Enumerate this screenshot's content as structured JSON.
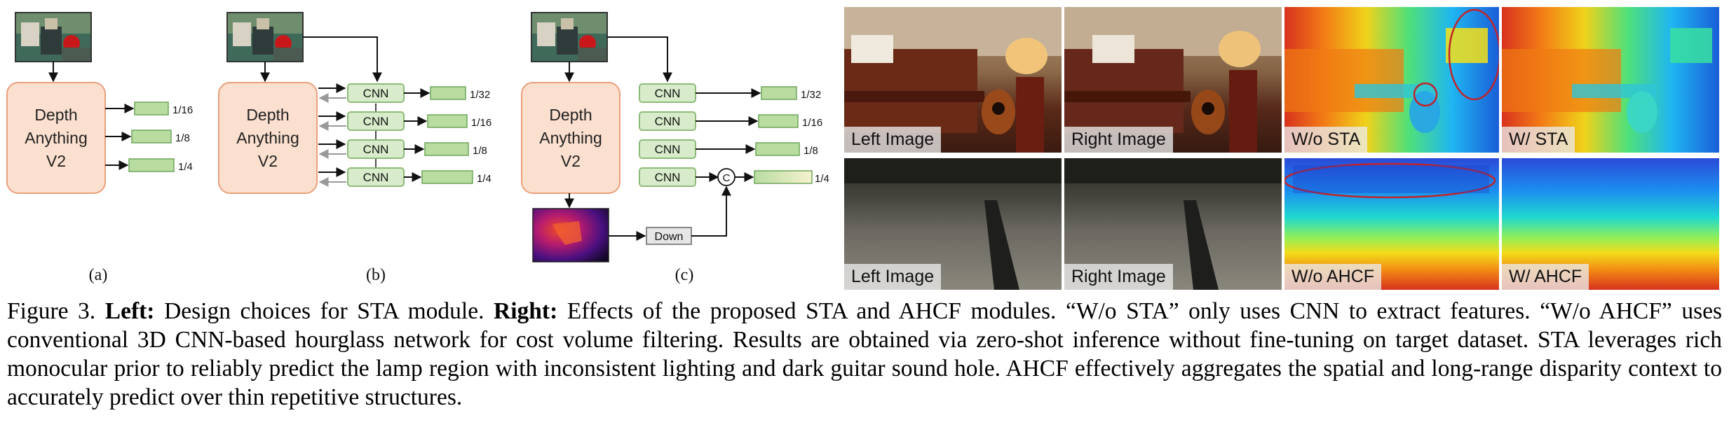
{
  "diagrams": {
    "a": {
      "module_lines": [
        "Depth",
        "Anything",
        "V2"
      ],
      "outputs": [
        "1/16",
        "1/8",
        "1/4"
      ],
      "caption": "(a)"
    },
    "b": {
      "module_lines": [
        "Depth",
        "Anything",
        "V2"
      ],
      "cnn_label": "CNN",
      "outputs": [
        "1/32",
        "1/16",
        "1/8",
        "1/4"
      ],
      "caption": "(b)"
    },
    "c": {
      "module_lines": [
        "Depth",
        "Anything",
        "V2"
      ],
      "cnn_label": "CNN",
      "concat_symbol": "C",
      "down_label": "Down",
      "outputs": [
        "1/32",
        "1/16",
        "1/8",
        "1/4"
      ],
      "caption": "(c)"
    }
  },
  "photo_labels": {
    "left_image_1": "Left Image",
    "right_image_1": "Right Image",
    "wo_sta": "W/o STA",
    "w_sta": "W/ STA",
    "left_image_2": "Left Image",
    "right_image_2": "Right Image",
    "wo_ahcf": "W/o AHCF",
    "w_ahcf": "W/ AHCF"
  },
  "caption": {
    "figure": "Figure 3.",
    "left_label": "Left:",
    "left_text": "Design choices for STA module.",
    "right_label": "Right:",
    "right_text": "Effects of the proposed STA and AHCF modules. “W/o STA” only uses CNN to extract features. “W/o AHCF” uses conventional 3D CNN-based hourglass network for cost volume filtering.  Results are obtained via zero-shot inference without fine-tuning on target dataset. STA leverages rich monocular prior to reliably predict the lamp region with inconsistent lighting and dark guitar sound hole. AHCF effectively aggregates the spatial and long-range disparity context to accurately predict over thin repetitive structures."
  },
  "colors": {
    "module_fill": "#fbe0cf",
    "module_stroke": "#e9a07b",
    "cnn_fill": "#d8eccb",
    "cnn_stroke": "#8dbb78",
    "feature_fill": "#b9dca1",
    "feature_stroke": "#6ea55a",
    "arrow": "#111111",
    "gray_arrow": "#9a9a9a"
  }
}
